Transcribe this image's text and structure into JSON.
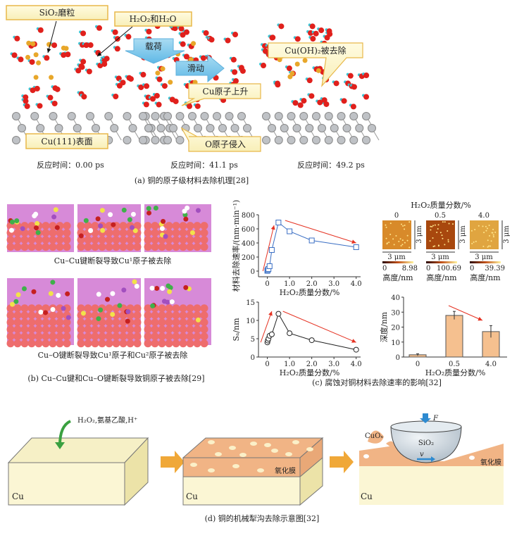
{
  "panel_a": {
    "labels": {
      "sio2": "SiO₂磨粒",
      "h2o2_h2o": "H₂O₂和H₂O",
      "load": "载荷",
      "slide": "滑动",
      "cu_rise": "Cu原子上升",
      "o_invade": "O原子侵入",
      "cuoh2_removed": "Cu(OH)₂被去除",
      "cu111": "Cu(111)表面"
    },
    "times": [
      "反应时间：0.00 ps",
      "反应时间：41.1 ps",
      "反应时间：49.2 ps"
    ],
    "caption": "(a) 铜的原子级材料去除机理[28]"
  },
  "panel_b": {
    "row1_caption": "Cu–Cu键断裂导致Cu¹原子被去除",
    "row2_caption": "Cu–O键断裂导致Cu¹原子和Cu²原子被去除",
    "caption": "(b) Cu–Cu键和Cu–O键断裂导致铜原子被去除[29]"
  },
  "panel_c": {
    "caption": "(c) 腐蚀对铜材料去除速率的影响[32]",
    "afm": {
      "title": "H₂O₂质量分数/%",
      "scale": "3 μm",
      "height_label": "高度/nm",
      "images": [
        {
          "conc": "0",
          "min": "0",
          "max": "8.98"
        },
        {
          "conc": "0.5",
          "min": "0",
          "max": "100.69"
        },
        {
          "conc": "4.0",
          "min": "0",
          "max": "39.39"
        }
      ]
    }
  },
  "chart_data": [
    {
      "type": "line",
      "title": "",
      "xlabel": "H₂O₂质量分数/%",
      "ylabel": "材料去除速率/(nm·min⁻¹)",
      "x": [
        0,
        0.02,
        0.05,
        0.1,
        0.2,
        0.5,
        1.0,
        2.0,
        4.0
      ],
      "y": [
        5,
        15,
        30,
        70,
        300,
        690,
        565,
        435,
        340
      ],
      "xlim": [
        -0.4,
        4.2
      ],
      "ylim": [
        -80,
        800
      ],
      "xticks": [
        "0",
        "1.0",
        "2.0",
        "3.0",
        "4.0"
      ],
      "yticks": [
        "0",
        "200",
        "400",
        "600",
        "800"
      ],
      "color": "#3b6fc4"
    },
    {
      "type": "line",
      "title": "",
      "xlabel": "H₂O₂质量分数/%",
      "ylabel": "Sₐ/nm",
      "x": [
        0,
        0.02,
        0.05,
        0.1,
        0.2,
        0.5,
        1.0,
        2.0,
        4.0
      ],
      "y": [
        4.0,
        4.5,
        5.0,
        5.8,
        6.2,
        11.8,
        6.5,
        4.6,
        2.0
      ],
      "xlim": [
        -0.4,
        4.2
      ],
      "ylim": [
        0,
        15
      ],
      "xticks": [
        "0",
        "1.0",
        "2.0",
        "3.0",
        "4.0"
      ],
      "yticks": [
        "0",
        "5",
        "10",
        "15"
      ],
      "color": "#222222"
    },
    {
      "type": "bar",
      "title": "",
      "xlabel": "H₂O₂质量分数/%",
      "ylabel": "深度/nm",
      "categories": [
        "0",
        "0.5",
        "4.0"
      ],
      "values": [
        1.5,
        27.8,
        17.0
      ],
      "errors": [
        0.7,
        2.7,
        4.0
      ],
      "ylim": [
        0,
        40
      ],
      "yticks": [
        "0",
        "10",
        "20",
        "30",
        "40"
      ],
      "color": "#f5c08f"
    }
  ],
  "panel_d": {
    "reagents": "H₂O₂,氨基乙酸,H⁺",
    "cu": "Cu",
    "oxide_film": "氧化膜",
    "cuox": "CuOₓ",
    "sio2": "SiO₂",
    "force": "F",
    "velocity": "v",
    "caption": "(d) 铜的机械犁沟去除示意图[32]"
  }
}
